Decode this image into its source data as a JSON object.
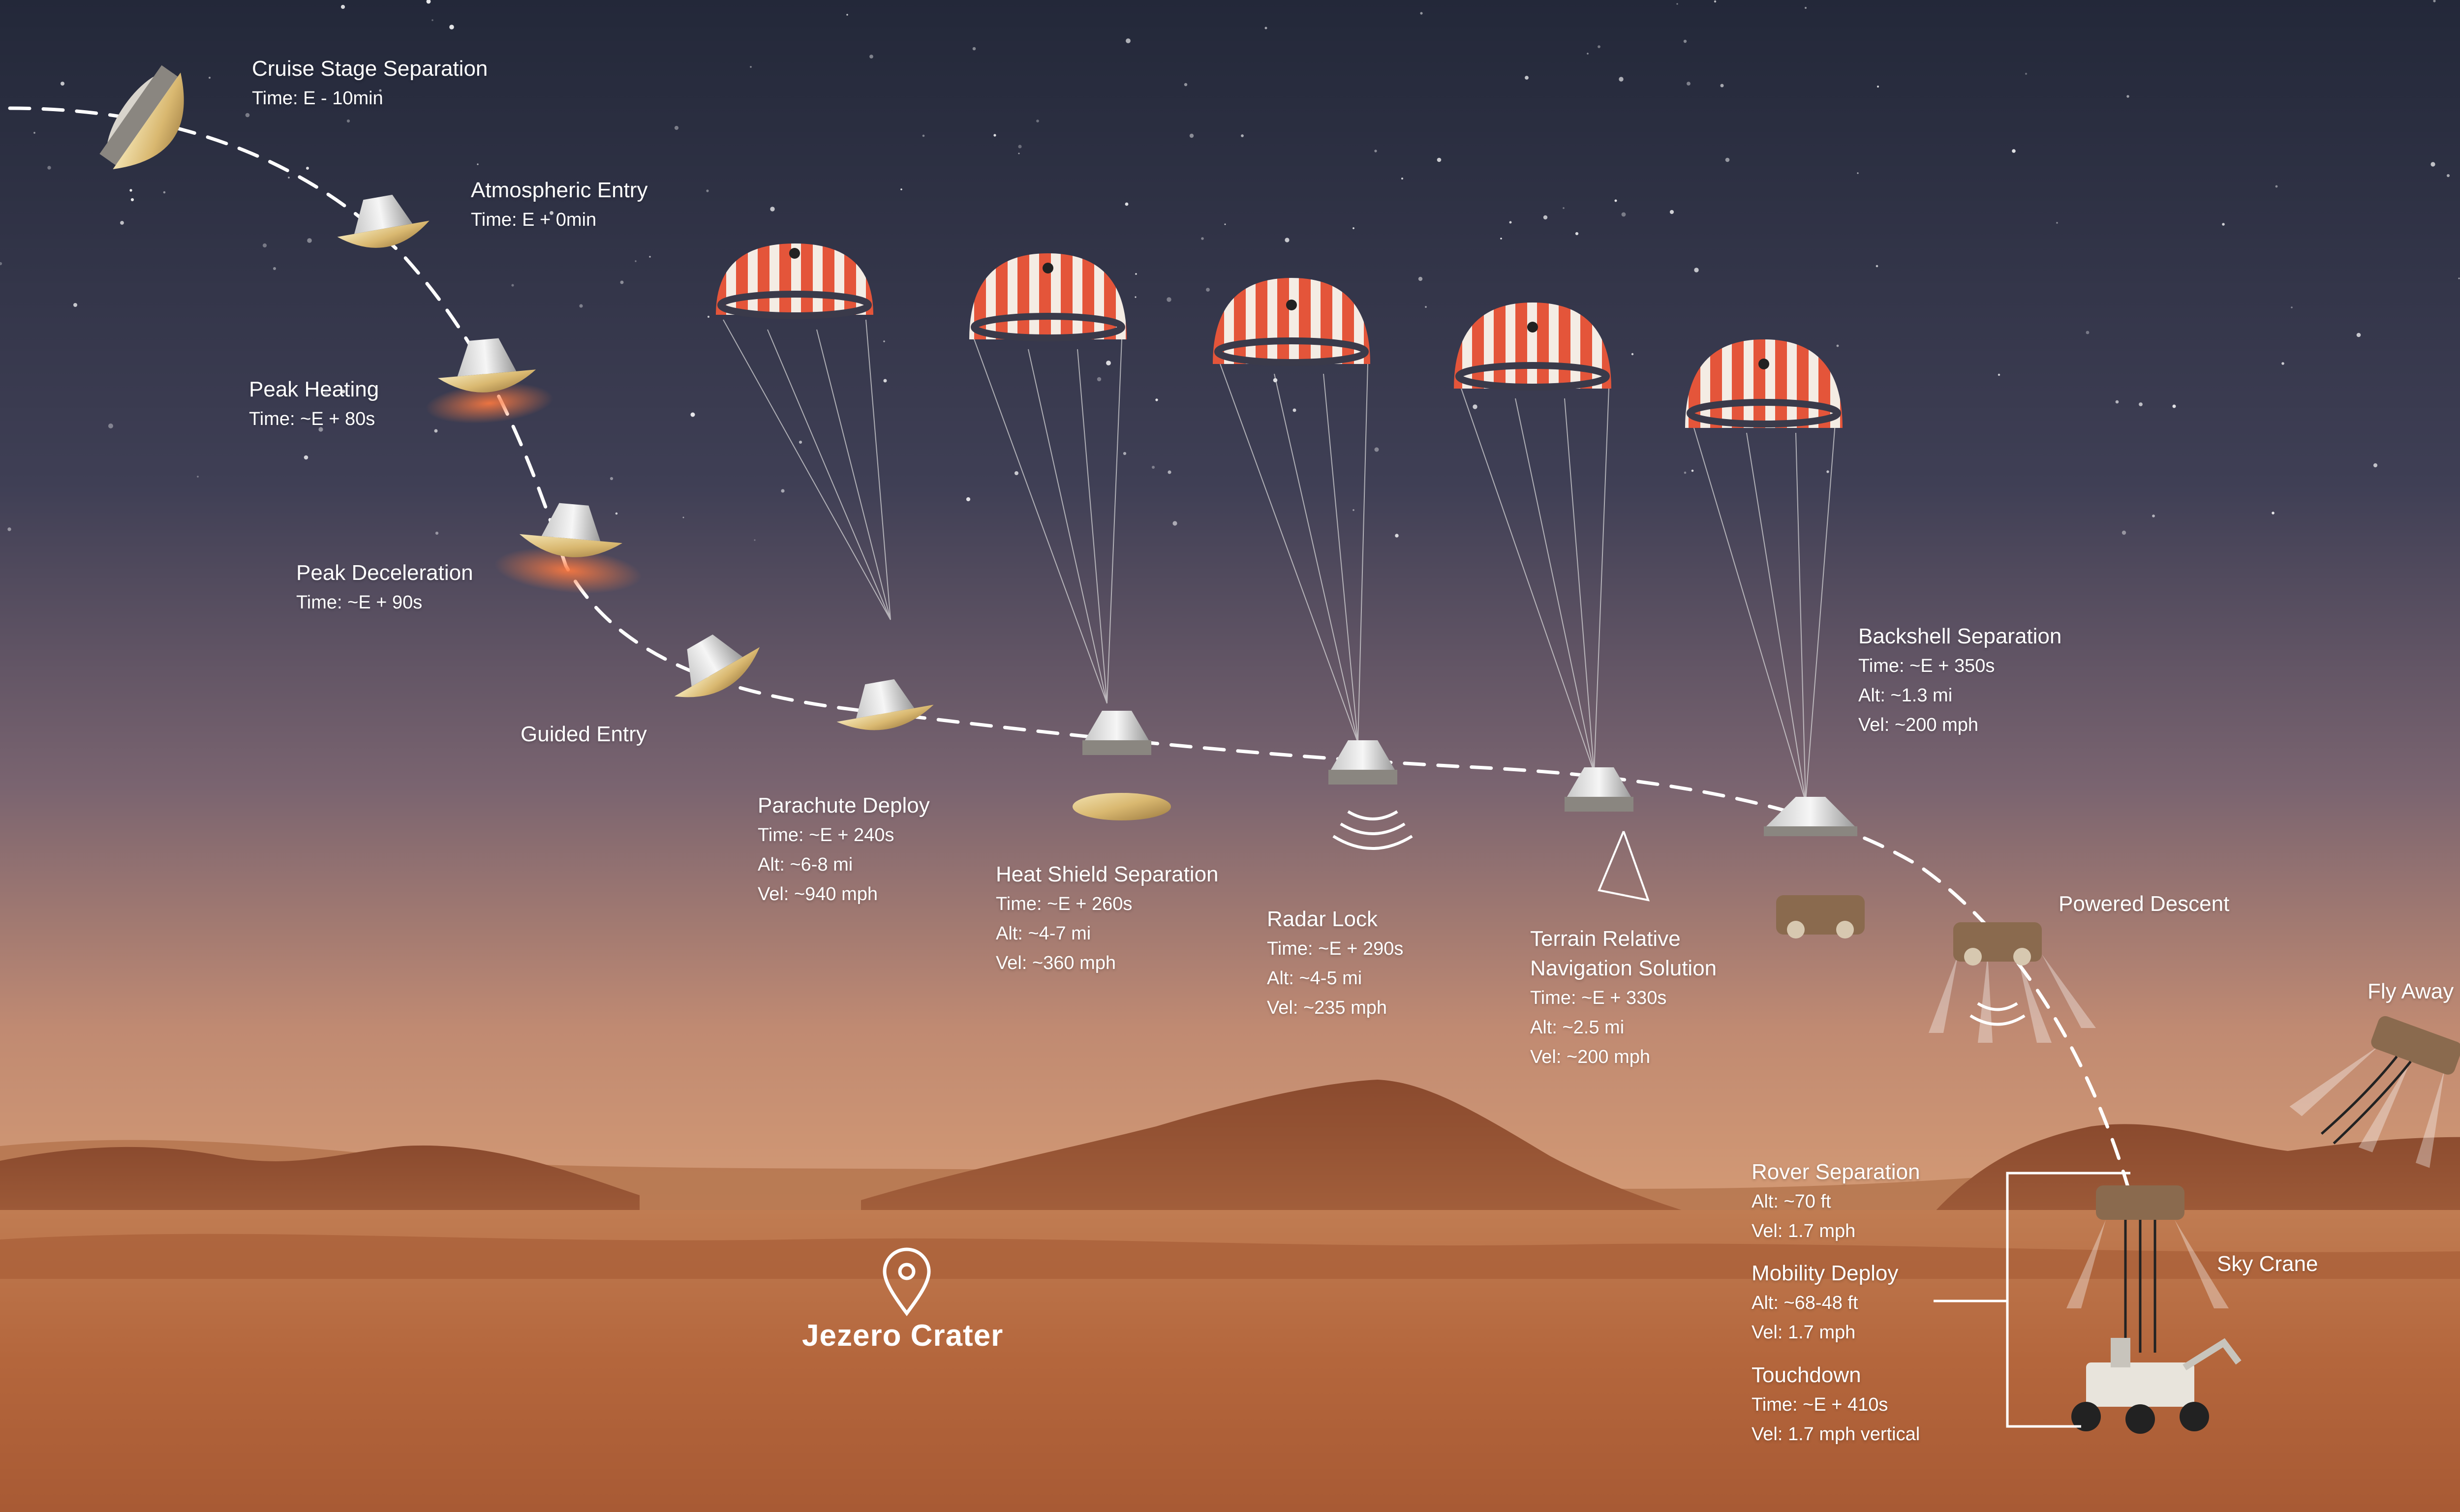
{
  "stages": [
    {
      "id": "cruise",
      "title": "Cruise Stage Separation",
      "lines": [
        "Time: E - 10min"
      ]
    },
    {
      "id": "atmo",
      "title": "Atmospheric Entry",
      "lines": [
        "Time: E + 0min"
      ]
    },
    {
      "id": "heat",
      "title": "Peak Heating",
      "lines": [
        "Time: ~E + 80s"
      ]
    },
    {
      "id": "decel",
      "title": "Peak Deceleration",
      "lines": [
        "Time: ~E + 90s"
      ]
    },
    {
      "id": "guided",
      "title": "Guided Entry",
      "lines": []
    },
    {
      "id": "para",
      "title": "Parachute Deploy",
      "lines": [
        "Time: ~E + 240s",
        "Alt: ~6-8 mi",
        "Vel: ~940 mph"
      ]
    },
    {
      "id": "shield",
      "title": "Heat Shield Separation",
      "lines": [
        "Time: ~E + 260s",
        "Alt: ~4-7 mi",
        "Vel: ~360 mph"
      ]
    },
    {
      "id": "radar",
      "title": "Radar Lock",
      "lines": [
        "Time: ~E + 290s",
        "Alt: ~4-5 mi",
        "Vel: ~235 mph"
      ]
    },
    {
      "id": "trn",
      "title": "Terrain Relative",
      "lines": [
        "Navigation Solution",
        "Time: ~E + 330s",
        "Alt: ~2.5 mi",
        "Vel: ~200 mph"
      ]
    },
    {
      "id": "back",
      "title": "Backshell Separation",
      "lines": [
        "Time: ~E + 350s",
        "Alt: ~1.3 mi",
        "Vel: ~200 mph"
      ]
    },
    {
      "id": "powered",
      "title": "Powered Descent",
      "lines": []
    },
    {
      "id": "fly",
      "title": "Fly Away",
      "lines": []
    },
    {
      "id": "sky",
      "title": "Sky Crane",
      "lines": []
    },
    {
      "id": "roversep",
      "title": "Rover Separation",
      "lines": [
        "Alt: ~70 ft",
        "Vel: 1.7 mph"
      ]
    },
    {
      "id": "mobility",
      "title": "Mobility Deploy",
      "lines": [
        "Alt: ~68-48 ft",
        "Vel: 1.7 mph"
      ]
    },
    {
      "id": "touch",
      "title": "Touchdown",
      "lines": [
        "Time: ~E + 410s",
        "Vel: 1.7 mph vertical"
      ]
    }
  ],
  "location": {
    "name": "Jezero Crater",
    "icon": "map-pin-icon"
  },
  "colors": {
    "sky_top": "#252a3c",
    "sky_mid": "#5a4e62",
    "horizon": "#c98e6a",
    "ground": "#b8683e",
    "chute_red": "#e4553a",
    "chute_white": "#f4ece4",
    "capsule": "#e2c67c",
    "path": "#ffffff"
  }
}
